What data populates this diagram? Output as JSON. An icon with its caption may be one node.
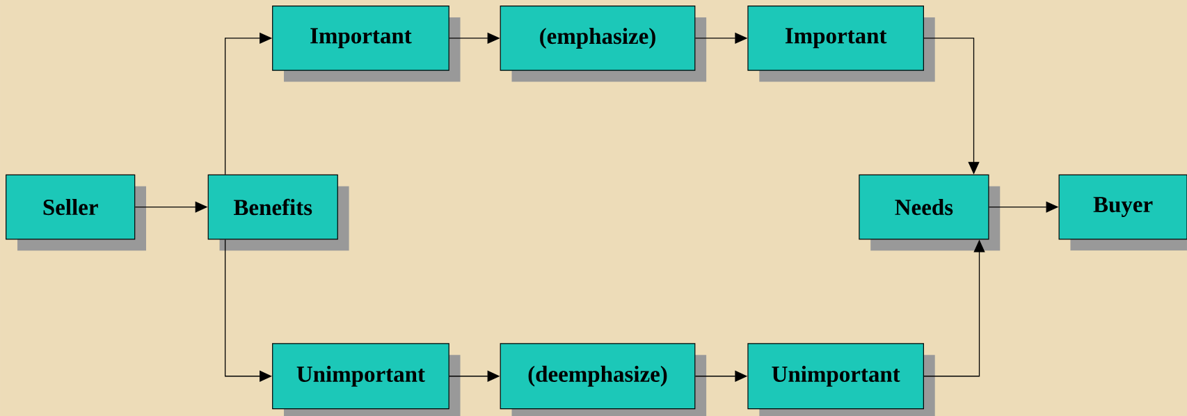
{
  "diagram": {
    "nodes": [
      {
        "text": [
          "Seller"
        ]
      },
      {
        "text": [
          "Benefits"
        ]
      },
      {
        "text": [
          "Important"
        ]
      },
      {
        "text": [
          "(emphasize)"
        ]
      },
      {
        "text": [
          "Important"
        ]
      },
      {
        "text": [
          "Needs"
        ]
      },
      {
        "text": [
          "Buyer"
        ]
      },
      {
        "text": [
          "Unimportant"
        ]
      },
      {
        "text": [
          "(deemphasize)"
        ]
      },
      {
        "text": [
          "Unimportant"
        ]
      }
    ],
    "edges": [
      {
        "from": 0,
        "to": 1,
        "arrow": "to"
      },
      {
        "from": 1,
        "to": 2,
        "arrow": "to"
      },
      {
        "from": 2,
        "to": 3,
        "arrow": "to"
      },
      {
        "from": 3,
        "to": 4,
        "arrow": "to"
      },
      {
        "from": 4,
        "to": 5,
        "arrow": "to"
      },
      {
        "from": 5,
        "to": 6,
        "arrow": "to"
      },
      {
        "from": 1,
        "to": 7,
        "arrow": "to"
      },
      {
        "from": 7,
        "to": 8,
        "arrow": "to"
      },
      {
        "from": 8,
        "to": 9,
        "arrow": "to"
      },
      {
        "from": 9,
        "to": 5,
        "arrow": "to"
      }
    ]
  }
}
